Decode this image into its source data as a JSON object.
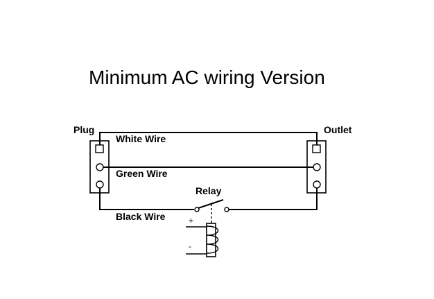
{
  "title": "Minimum AC wiring Version",
  "labels": {
    "plug": "Plug",
    "outlet": "Outlet",
    "white_wire": "White Wire",
    "green_wire": "Green Wire",
    "black_wire": "Black Wire",
    "relay": "Relay",
    "coil_plus": "+",
    "coil_minus": "-"
  }
}
